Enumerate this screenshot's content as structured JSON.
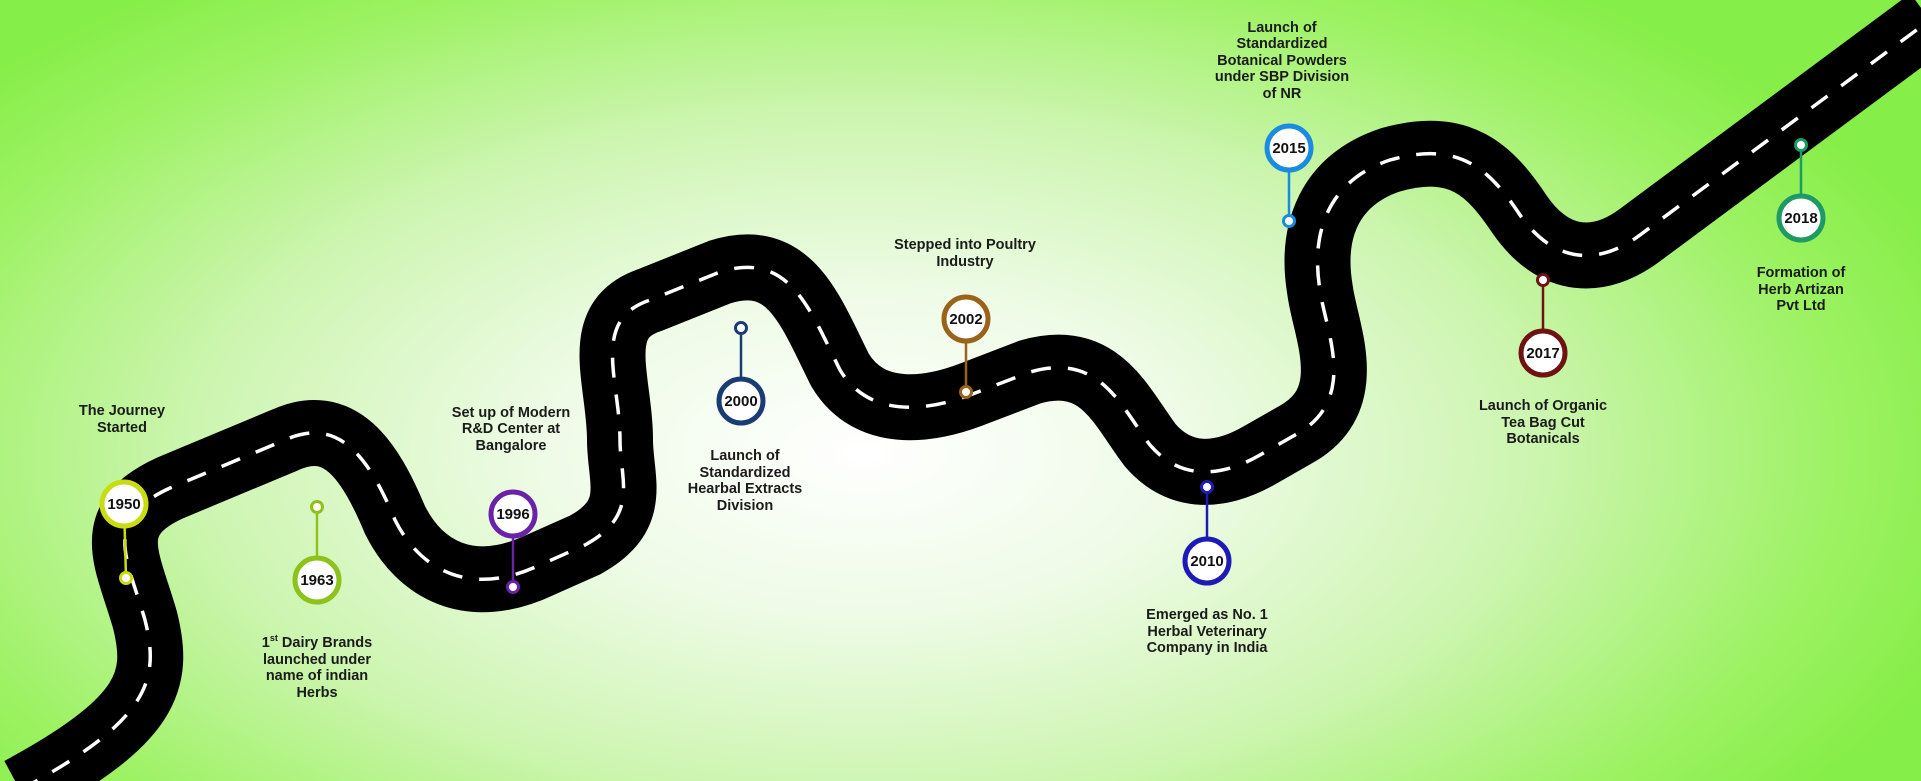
{
  "timeline": {
    "milestones": [
      {
        "year": "1950",
        "color": "#c9dc12",
        "label": "The Journey\nStarted"
      },
      {
        "year": "1963",
        "color": "#8cc21a",
        "label_pre": "1",
        "label_sup": "st",
        "label_post": " Dairy Brands\nlaunched under\nname of indian\nHerbs"
      },
      {
        "year": "1996",
        "color": "#6a22a8",
        "label": "Set up of Modern\nR&D Center at\nBangalore"
      },
      {
        "year": "2000",
        "color": "#1a3b74",
        "label": "Launch of\nStandardized\nHearbal Extracts\nDivision"
      },
      {
        "year": "2002",
        "color": "#9a631a",
        "label": "Stepped into Poultry\nIndustry"
      },
      {
        "year": "2010",
        "color": "#1d1ab5",
        "label": "Emerged as No. 1\nHerbal Veterinary\nCompany in India"
      },
      {
        "year": "2015",
        "color": "#1a8ce0",
        "label": "Launch of\nStandardized\nBotanical Powders\nunder SBP Division\nof NR"
      },
      {
        "year": "2017",
        "color": "#6e1212",
        "label": "Launch of Organic\nTea Bag Cut\nBotanicals"
      },
      {
        "year": "2018",
        "color": "#1e9a64",
        "label": "Formation of\nHerb Artizan\nPvt Ltd"
      }
    ]
  }
}
